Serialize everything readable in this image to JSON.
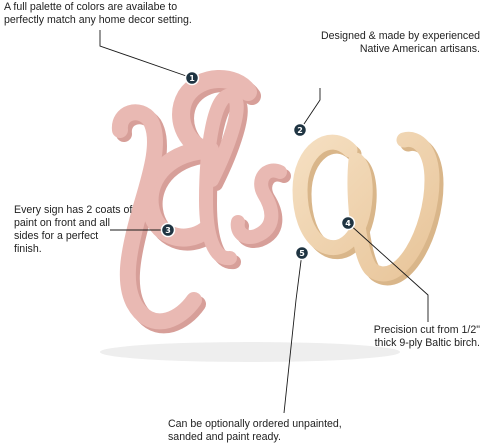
{
  "callouts": [
    {
      "number": "1",
      "text": "A full palette of colors are availabe to\nperfectly match any home decor setting."
    },
    {
      "number": "2",
      "text": "Designed & made by experienced\nNative American artisans."
    },
    {
      "number": "3",
      "text": "Every sign has 2 coats of\npaint on front and all\nsides for a perfect\nfinish."
    },
    {
      "number": "4",
      "text": "Precision cut from 1/2\"\nthick 9-ply Baltic birch."
    },
    {
      "number": "5",
      "text": "Can be optionally ordered unpainted,\nsanded and paint ready."
    }
  ],
  "sign": {
    "word": "Elsa",
    "painted_letters": "Els",
    "unpainted_letters": "a"
  },
  "colors": {
    "paint": "#e9b9b3",
    "paint_edge": "#d79f99",
    "wood": "#f2d7b4",
    "wood_edge": "#d9b68a",
    "marker": "#1f3442",
    "line": "#1a1a1a"
  }
}
